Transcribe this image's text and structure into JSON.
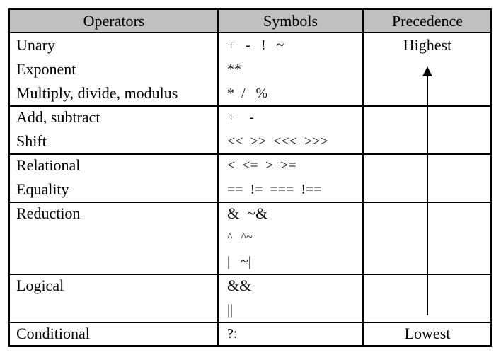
{
  "table": {
    "headers": [
      "Operators",
      "Symbols",
      "Precedence"
    ],
    "groups": [
      {
        "rows": [
          {
            "operator": "Unary",
            "symbols": "+   -   !   ~"
          },
          {
            "operator": "Exponent",
            "symbols": "**"
          },
          {
            "operator": "Multiply, divide, modulus",
            "symbols": "*  /   %"
          }
        ]
      },
      {
        "rows": [
          {
            "operator": "Add, subtract",
            "symbols": "+    -"
          },
          {
            "operator": "Shift",
            "symbols": "<<  >>  <<<  >>>"
          }
        ]
      },
      {
        "rows": [
          {
            "operator": "Relational",
            "symbols": "<  <=  >  >="
          },
          {
            "operator": "Equality",
            "symbols": "==  !=  ===  !=="
          }
        ]
      },
      {
        "rows": [
          {
            "operator": "Reduction",
            "symbols": "&  ~&"
          },
          {
            "operator": "",
            "symbols": "^   ^~"
          },
          {
            "operator": "",
            "symbols": "|   ~|"
          }
        ]
      },
      {
        "rows": [
          {
            "operator": "Logical",
            "symbols": "&&"
          },
          {
            "operator": "",
            "symbols": "||"
          }
        ]
      },
      {
        "rows": [
          {
            "operator": "Conditional",
            "symbols": "?:"
          }
        ]
      }
    ],
    "precedence": {
      "highest": "Highest",
      "lowest": "Lowest",
      "arrow": "up-arrow-icon"
    }
  },
  "colors": {
    "header_bg": "#c0c0c0",
    "border": "#000000"
  }
}
